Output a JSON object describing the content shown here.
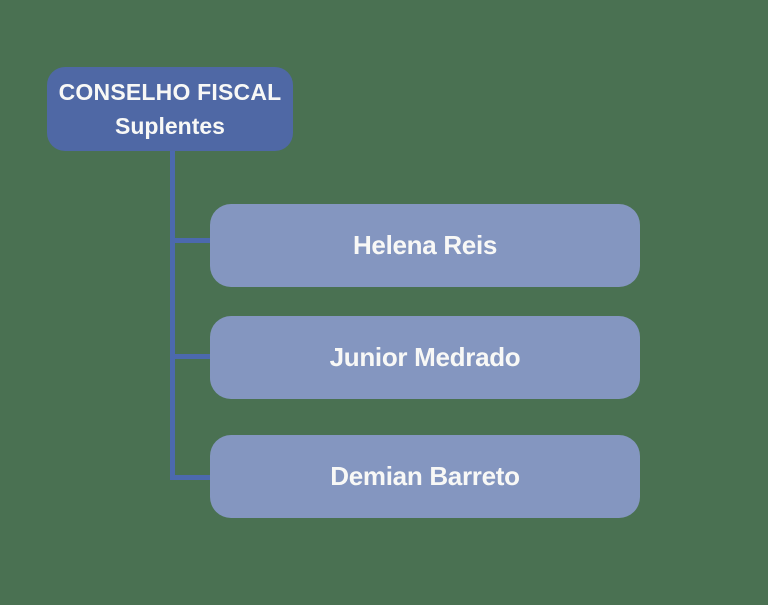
{
  "colors": {
    "background": "#4a7152",
    "root_box": "#4f68a5",
    "member_box": "#8496c0",
    "connector": "#4c69ae",
    "text": "#f8f8f6"
  },
  "org_chart": {
    "root": {
      "title": "CONSELHO FISCAL",
      "subtitle": "Suplentes"
    },
    "members": [
      {
        "name": "Helena Reis"
      },
      {
        "name": "Junior Medrado"
      },
      {
        "name": "Demian Barreto"
      }
    ]
  }
}
